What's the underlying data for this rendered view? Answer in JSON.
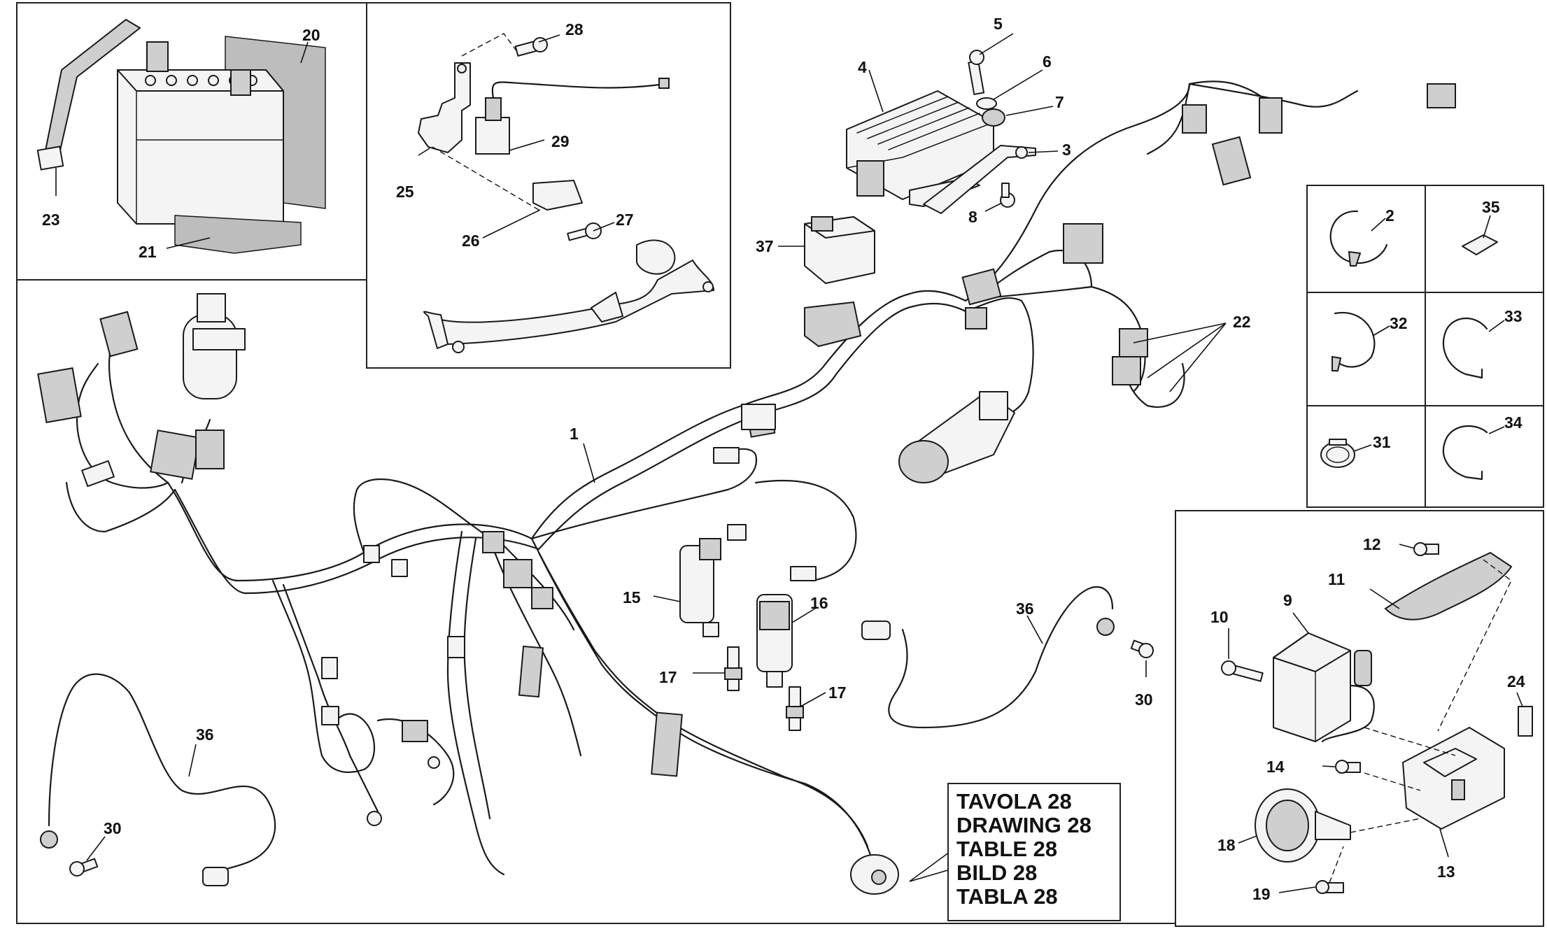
{
  "callouts": {
    "n1": "1",
    "n2": "2",
    "n3": "3",
    "n4": "4",
    "n5": "5",
    "n6": "6",
    "n7": "7",
    "n8": "8",
    "n9": "9",
    "n10": "10",
    "n11": "11",
    "n12": "12",
    "n13": "13",
    "n14": "14",
    "n15": "15",
    "n16": "16",
    "n17a": "17",
    "n17b": "17",
    "n18": "18",
    "n19": "19",
    "n20": "20",
    "n21": "21",
    "n22": "22",
    "n23": "23",
    "n24": "24",
    "n25": "25",
    "n26": "26",
    "n27": "27",
    "n28": "28",
    "n29": "29",
    "n30a": "30",
    "n30b": "30",
    "n31": "31",
    "n32": "32",
    "n33": "33",
    "n34": "34",
    "n35": "35",
    "n36a": "36",
    "n36b": "36",
    "n37": "37"
  },
  "reference_note": {
    "lines": [
      "TAVOLA 28",
      "DRAWING 28",
      "TABLE 28",
      "BILD 28",
      "TABLA 28"
    ]
  }
}
